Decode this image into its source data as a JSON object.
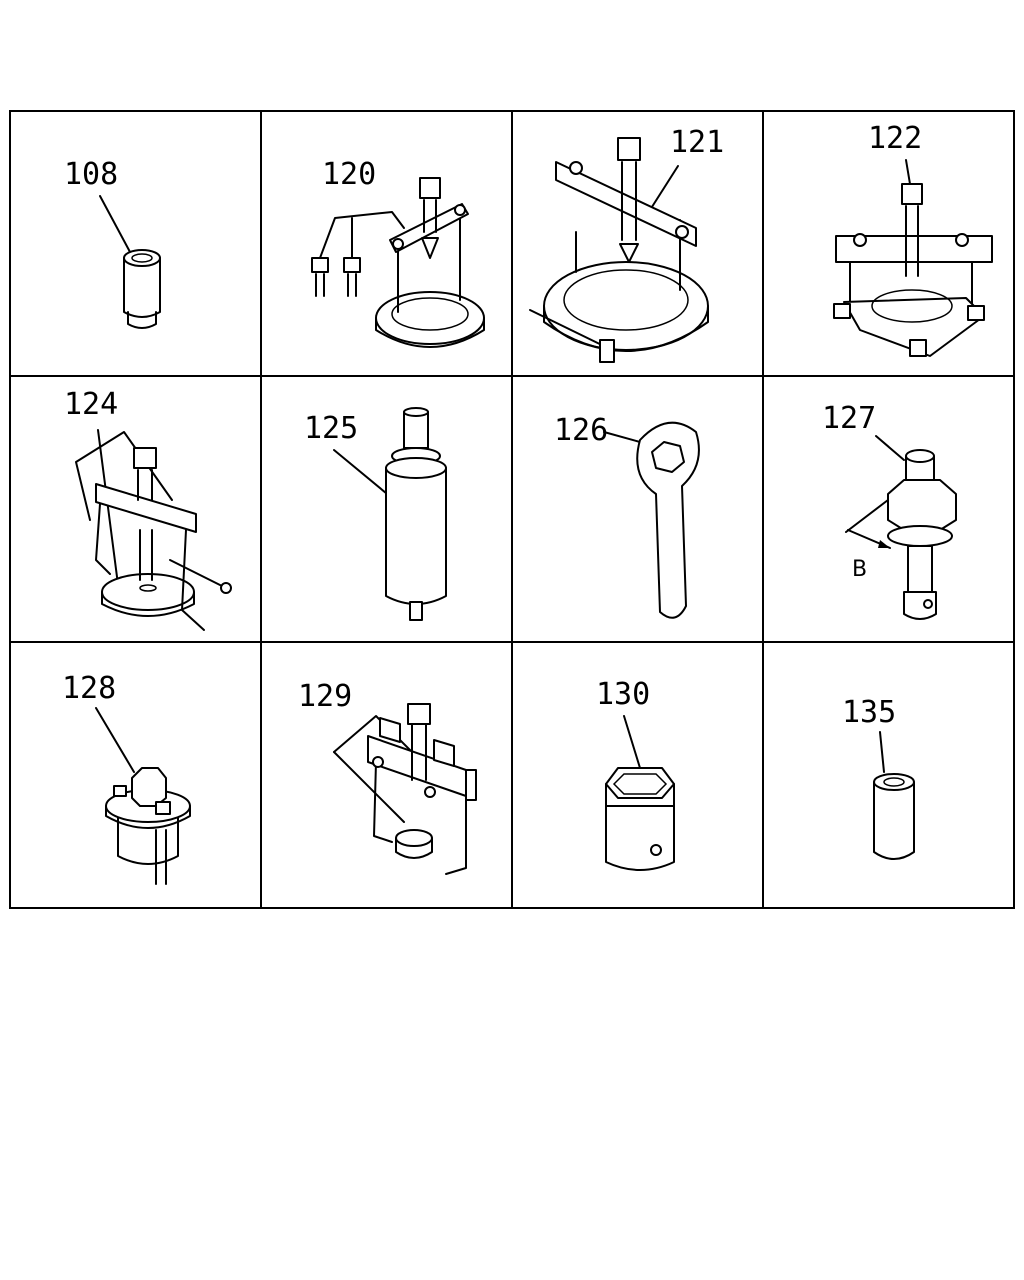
{
  "cells": [
    {
      "label": "108",
      "name": "tool-108"
    },
    {
      "label": "120",
      "name": "tool-120"
    },
    {
      "label": "121",
      "name": "tool-121"
    },
    {
      "label": "122",
      "name": "tool-122"
    },
    {
      "label": "124",
      "name": "tool-124"
    },
    {
      "label": "125",
      "name": "tool-125"
    },
    {
      "label": "126",
      "name": "tool-126"
    },
    {
      "label": "127",
      "name": "tool-127"
    },
    {
      "label": "128",
      "name": "tool-128"
    },
    {
      "label": "129",
      "name": "tool-129"
    },
    {
      "label": "130",
      "name": "tool-130"
    },
    {
      "label": "135",
      "name": "tool-135"
    }
  ],
  "dimension_label": "B"
}
